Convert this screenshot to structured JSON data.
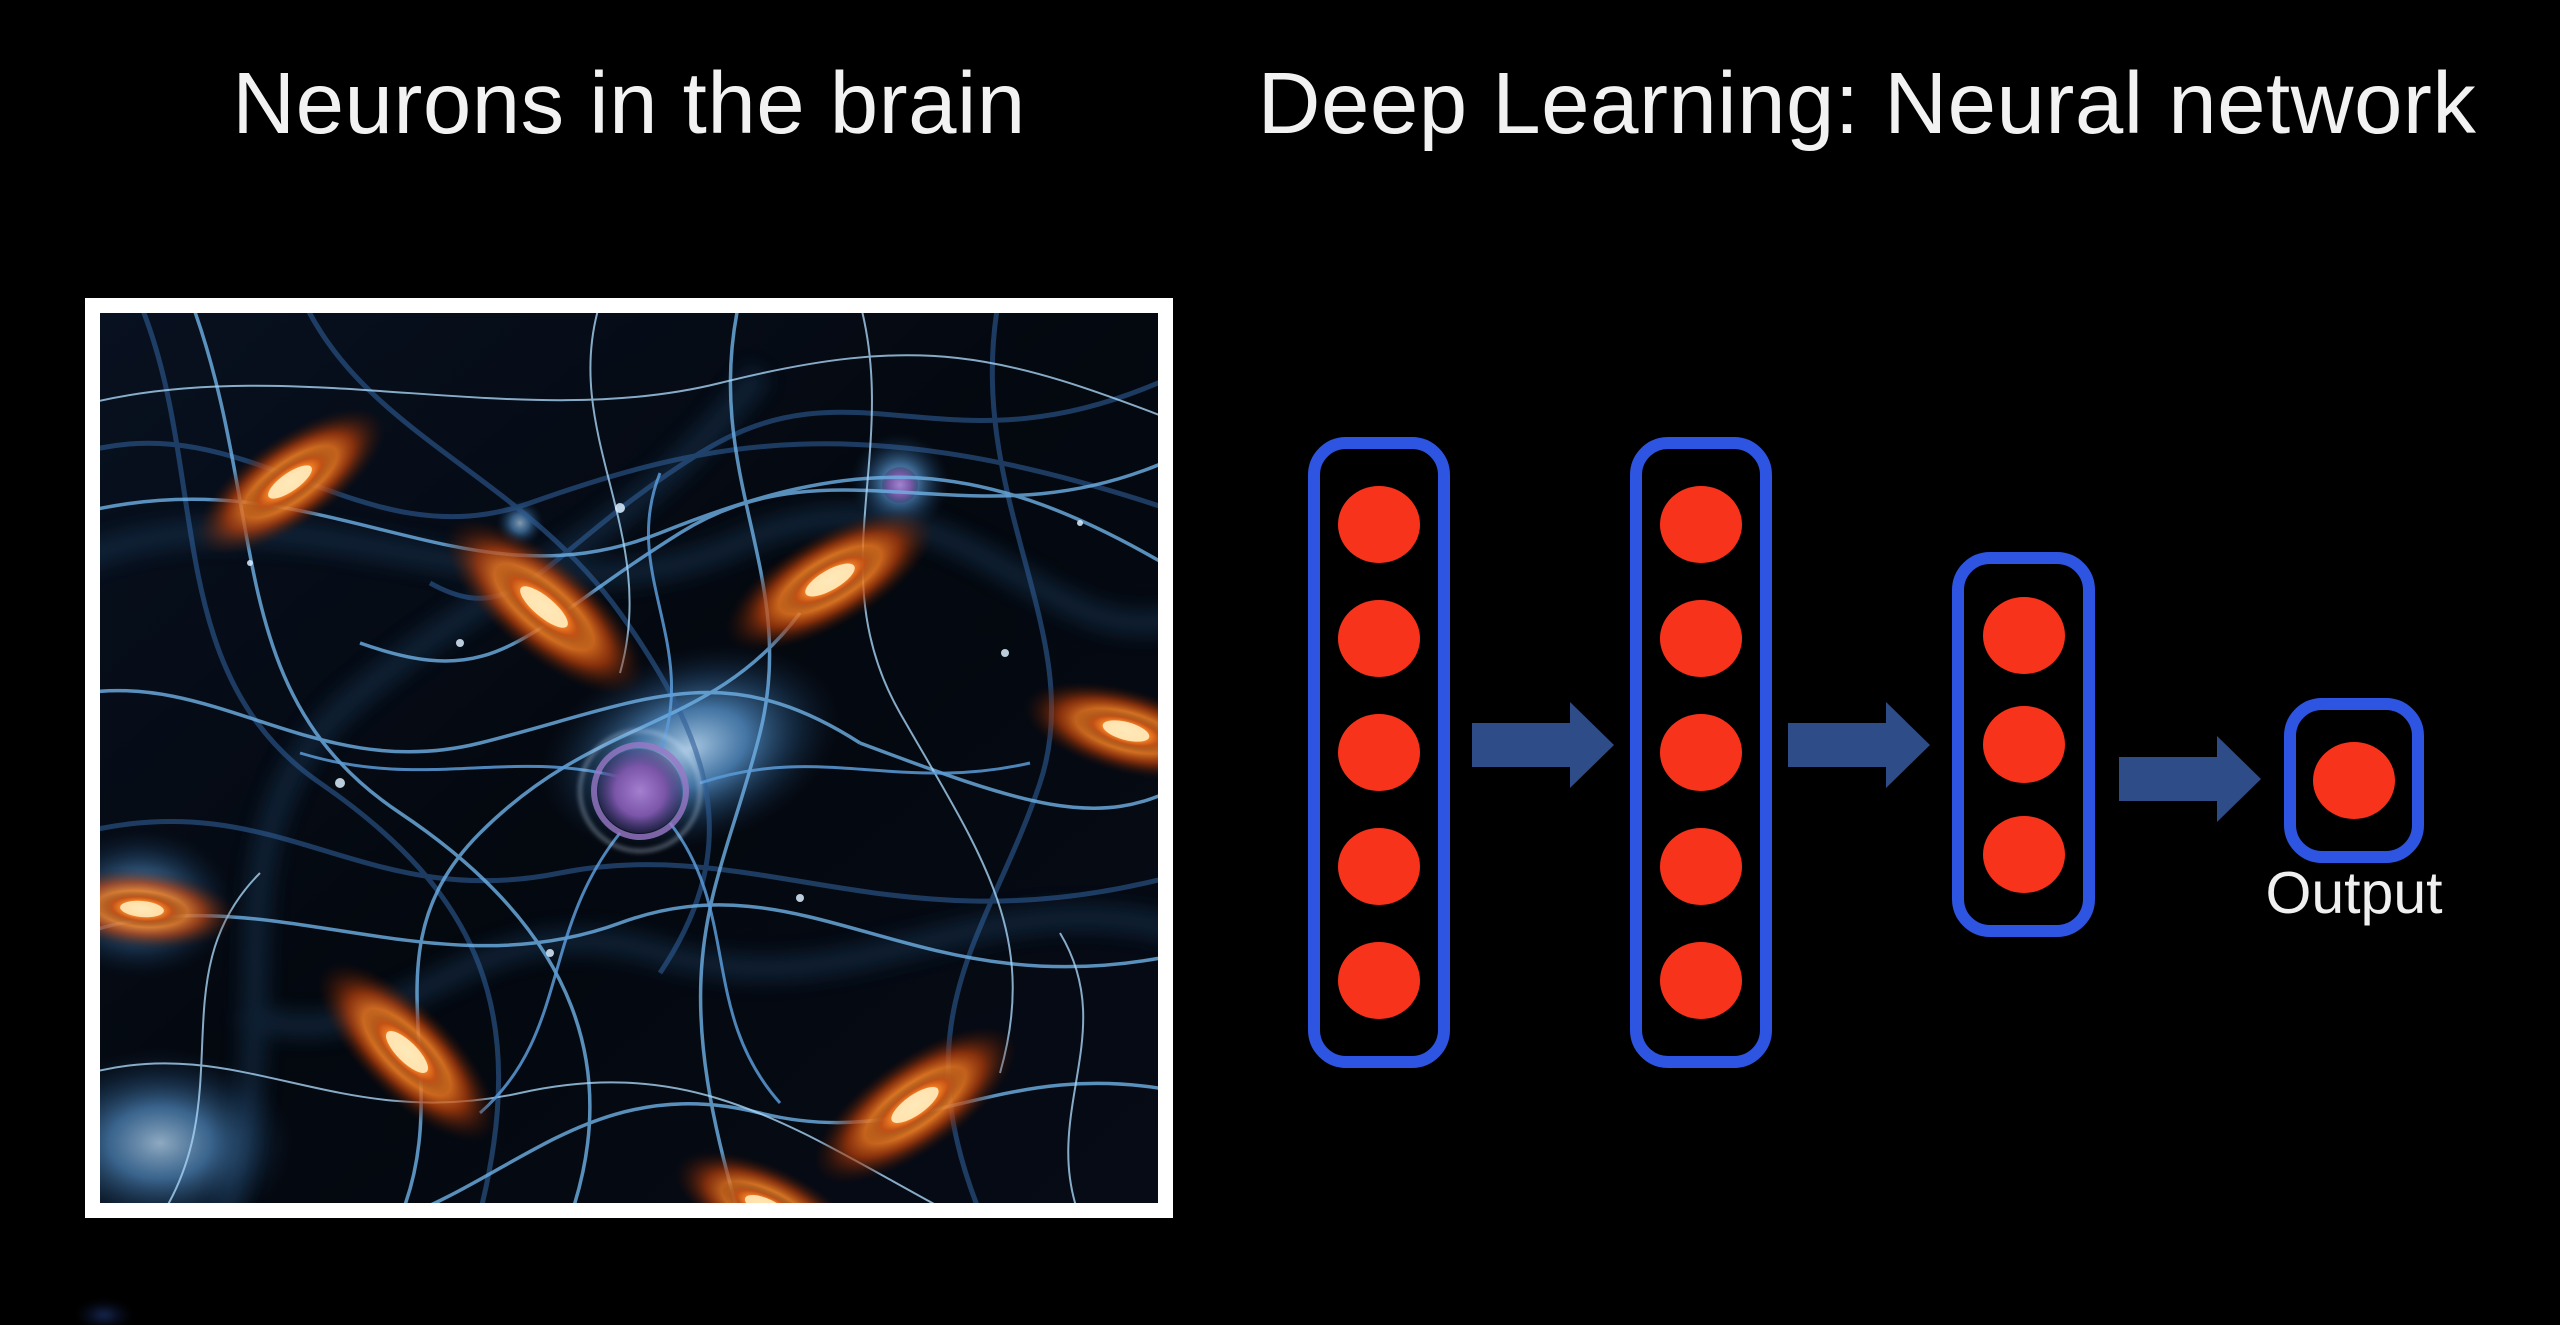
{
  "left_panel": {
    "title": "Neurons in the brain",
    "image_alt": "Microscopy-style photo of brain neurons: blue cells and dendrite filaments with glowing orange synapse flashes on a dark background"
  },
  "right_panel": {
    "title": "Deep Learning: Neural network",
    "output_label": "Output",
    "network": {
      "layers": [
        {
          "name": "input-layer",
          "neurons": 5
        },
        {
          "name": "hidden-layer-1",
          "neurons": 5
        },
        {
          "name": "hidden-layer-2",
          "neurons": 3
        },
        {
          "name": "output-layer",
          "neurons": 1
        }
      ],
      "arrows": 3
    }
  },
  "colors": {
    "background": "#000000",
    "title_text": "#f2f2f2",
    "layer_border": "#2e55e2",
    "neuron_fill": "#f8331b",
    "arrow_fill": "#2e4c87",
    "photo_frame": "#ffffff",
    "output_label_text": "#f0f0f0"
  }
}
